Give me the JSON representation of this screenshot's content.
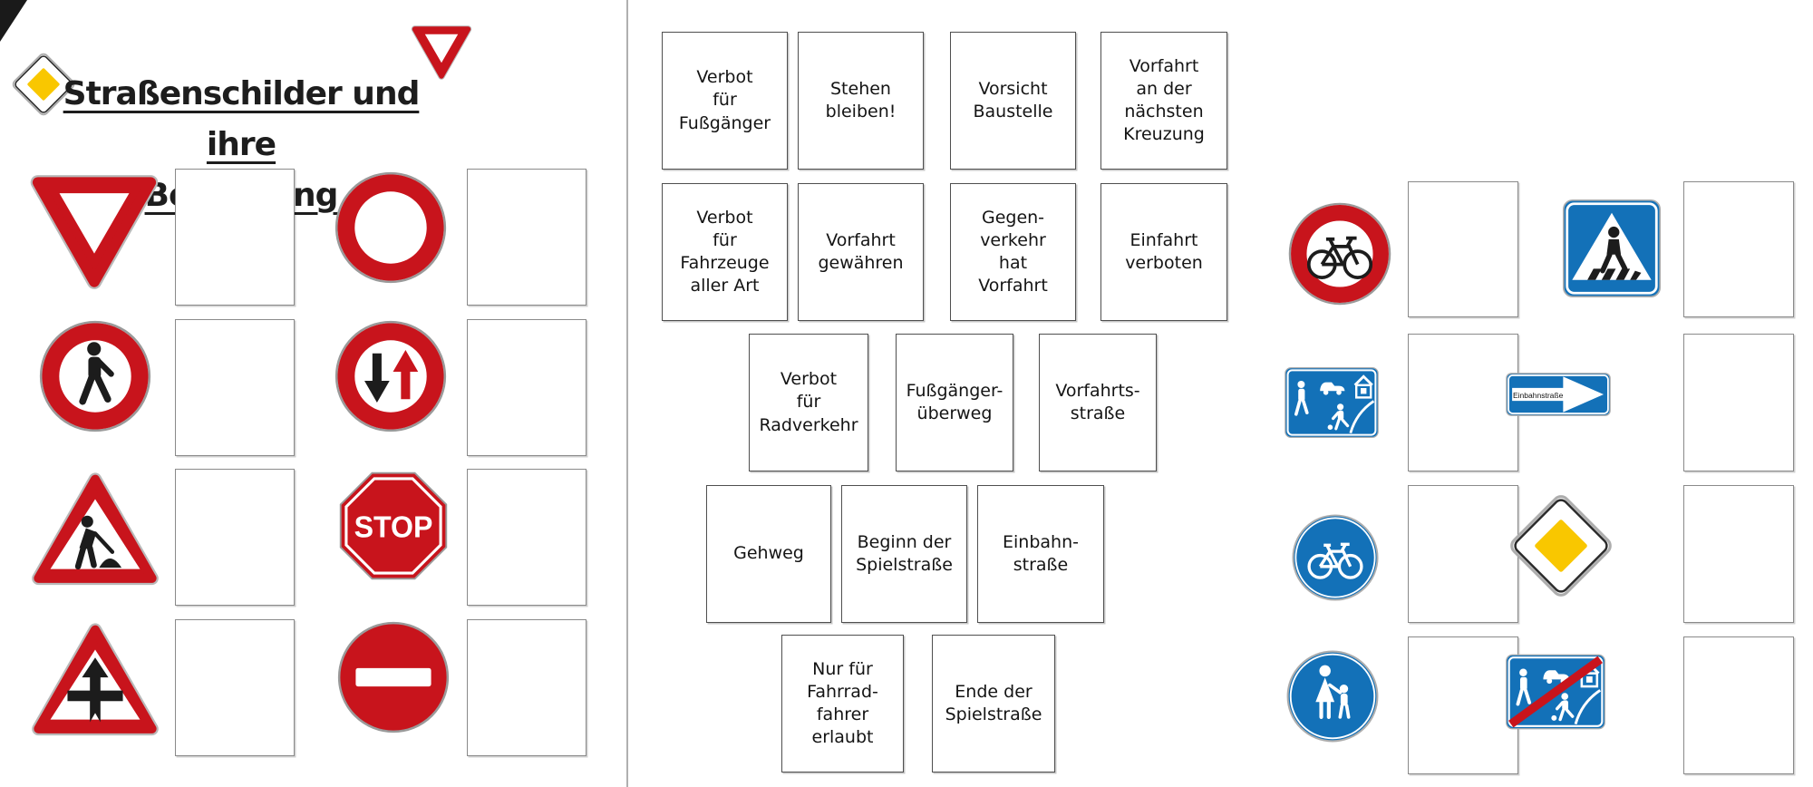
{
  "title": {
    "line1": "Straßenschilder und ihre",
    "line2": "Bedeutung"
  },
  "colors": {
    "sign_red": "#c8141c",
    "sign_blue": "#1371b8",
    "sign_yellow": "#f9c700",
    "box_border": "#8a8a8a"
  },
  "sign_texts": {
    "stop": "STOP",
    "einbahnstrasse": "Einbahnstraße"
  },
  "signs": {
    "left_column": [
      "vorfahrt-gewaehren",
      "verbot-fahrzeuge-aller-art",
      "verbot-fussgaenger",
      "gegenverkehr-hat-vorfahrt",
      "baustelle",
      "stop",
      "vorfahrt-naechste-kreuzung",
      "einfahrt-verboten"
    ],
    "right_column": [
      "verbot-radverkehr",
      "fussgaengerueberweg",
      "spielstrasse",
      "einbahnstrasse",
      "radweg",
      "vorfahrtsstrasse",
      "gehweg",
      "ende-spielstrasse"
    ],
    "decorations": [
      "vorfahrtsstrasse",
      "vorfahrt-gewaehren"
    ]
  },
  "cards": [
    {
      "text": "Verbot\nfür\nFußgänger"
    },
    {
      "text": "Stehen\nbleiben!"
    },
    {
      "text": "Vorsicht\nBaustelle"
    },
    {
      "text": "Vorfahrt\nan der\nnächsten\nKreuzung"
    },
    {
      "text": "Verbot\nfür\nFahrzeuge\naller Art"
    },
    {
      "text": "Vorfahrt\ngewähren"
    },
    {
      "text": "Gegen-\nverkehr\nhat\nVorfahrt"
    },
    {
      "text": "Einfahrt\nverboten"
    },
    {
      "text": "Verbot\nfür\nRadverkehr"
    },
    {
      "text": "Fußgänger-\nüberweg"
    },
    {
      "text": "Vorfahrts-\nstraße"
    },
    {
      "text": "Gehweg"
    },
    {
      "text": "Beginn der\nSpielstraße"
    },
    {
      "text": "Einbahn-\nstraße"
    },
    {
      "text": "Nur für\nFahrrad-\nfahrer\nerlaubt"
    },
    {
      "text": "Ende der\nSpielstraße"
    }
  ]
}
